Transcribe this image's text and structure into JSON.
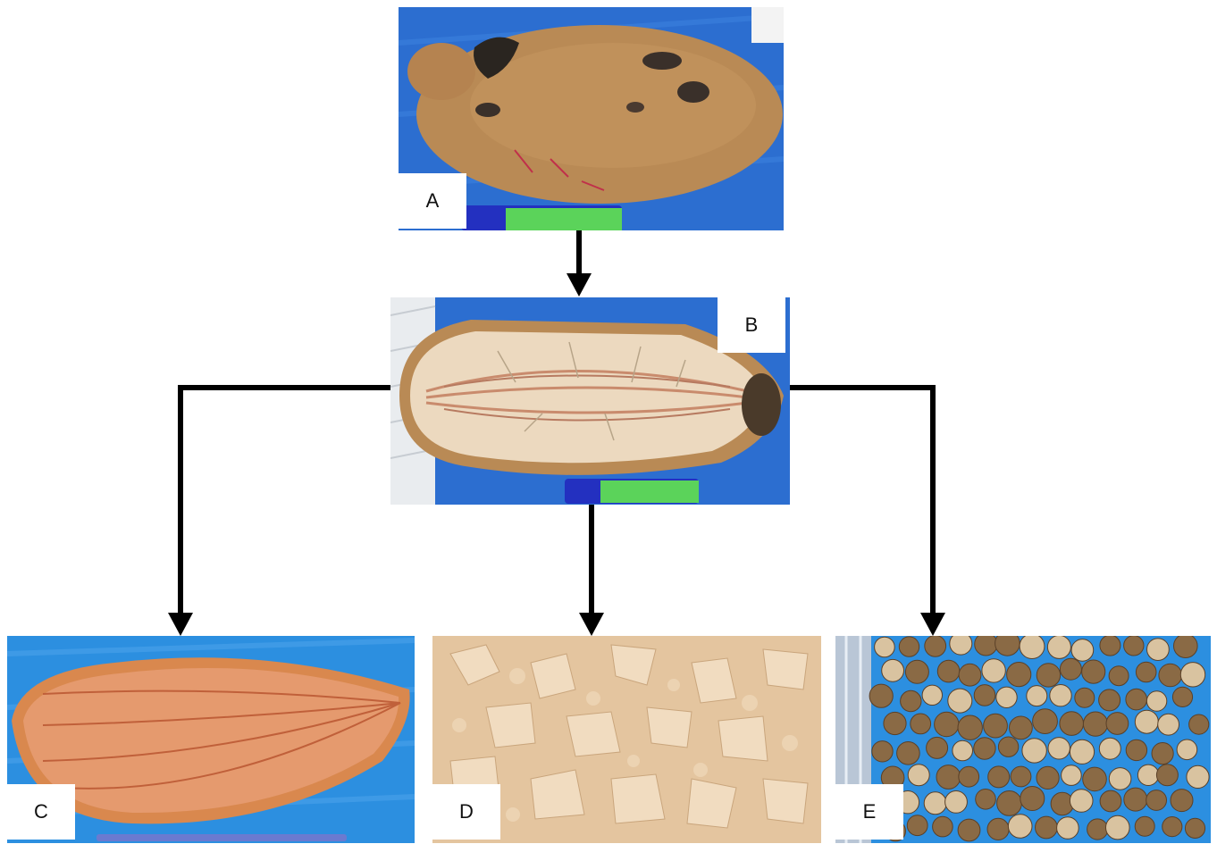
{
  "panels": {
    "a": {
      "label": "A"
    },
    "b": {
      "label": "B"
    },
    "c": {
      "label": "C"
    },
    "d": {
      "label": "D"
    },
    "e": {
      "label": "E"
    }
  },
  "colors": {
    "background_tarp": "#2d6fcf",
    "fruit_shell": "#b98a55",
    "pulp": "#ecd9bf",
    "fiber": "#c98b6d",
    "shell_inner": "#e59a6e",
    "seed": "#8a6a45",
    "arrow": "#000000"
  }
}
